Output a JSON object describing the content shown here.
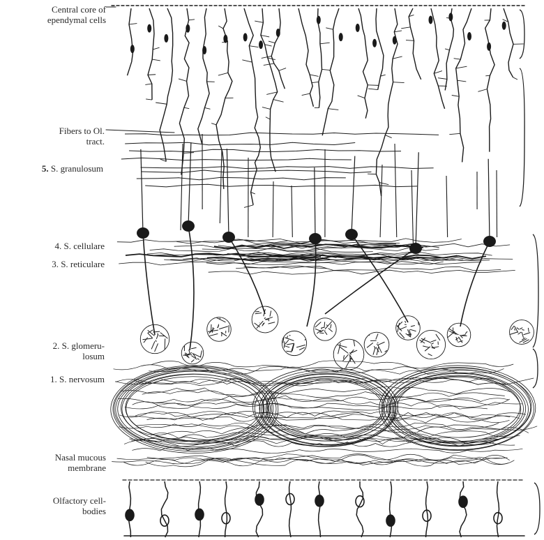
{
  "labels": {
    "central_core_line1": "Central core of",
    "central_core_line2": "ependymal cells",
    "fibers_line1": "Fibers to Ol.",
    "fibers_line2": "tract.",
    "granulosum_num": "5.",
    "granulosum_text": "S. granulosum",
    "cellulare": "4. S. cellulare",
    "reticulare": "3. S. reticulare",
    "glomerulosum_line1": "2. S. glomeru-",
    "glomerulosum_line2": "losum",
    "nervosum": "1. S. nervosum",
    "nasal_line1": "Nasal mucous",
    "nasal_line2": "membrane",
    "olfactory_line1": "Olfactory cell-",
    "olfactory_line2": "bodies"
  },
  "colors": {
    "ink": "#1a1a1a",
    "paper": "#ffffff"
  }
}
